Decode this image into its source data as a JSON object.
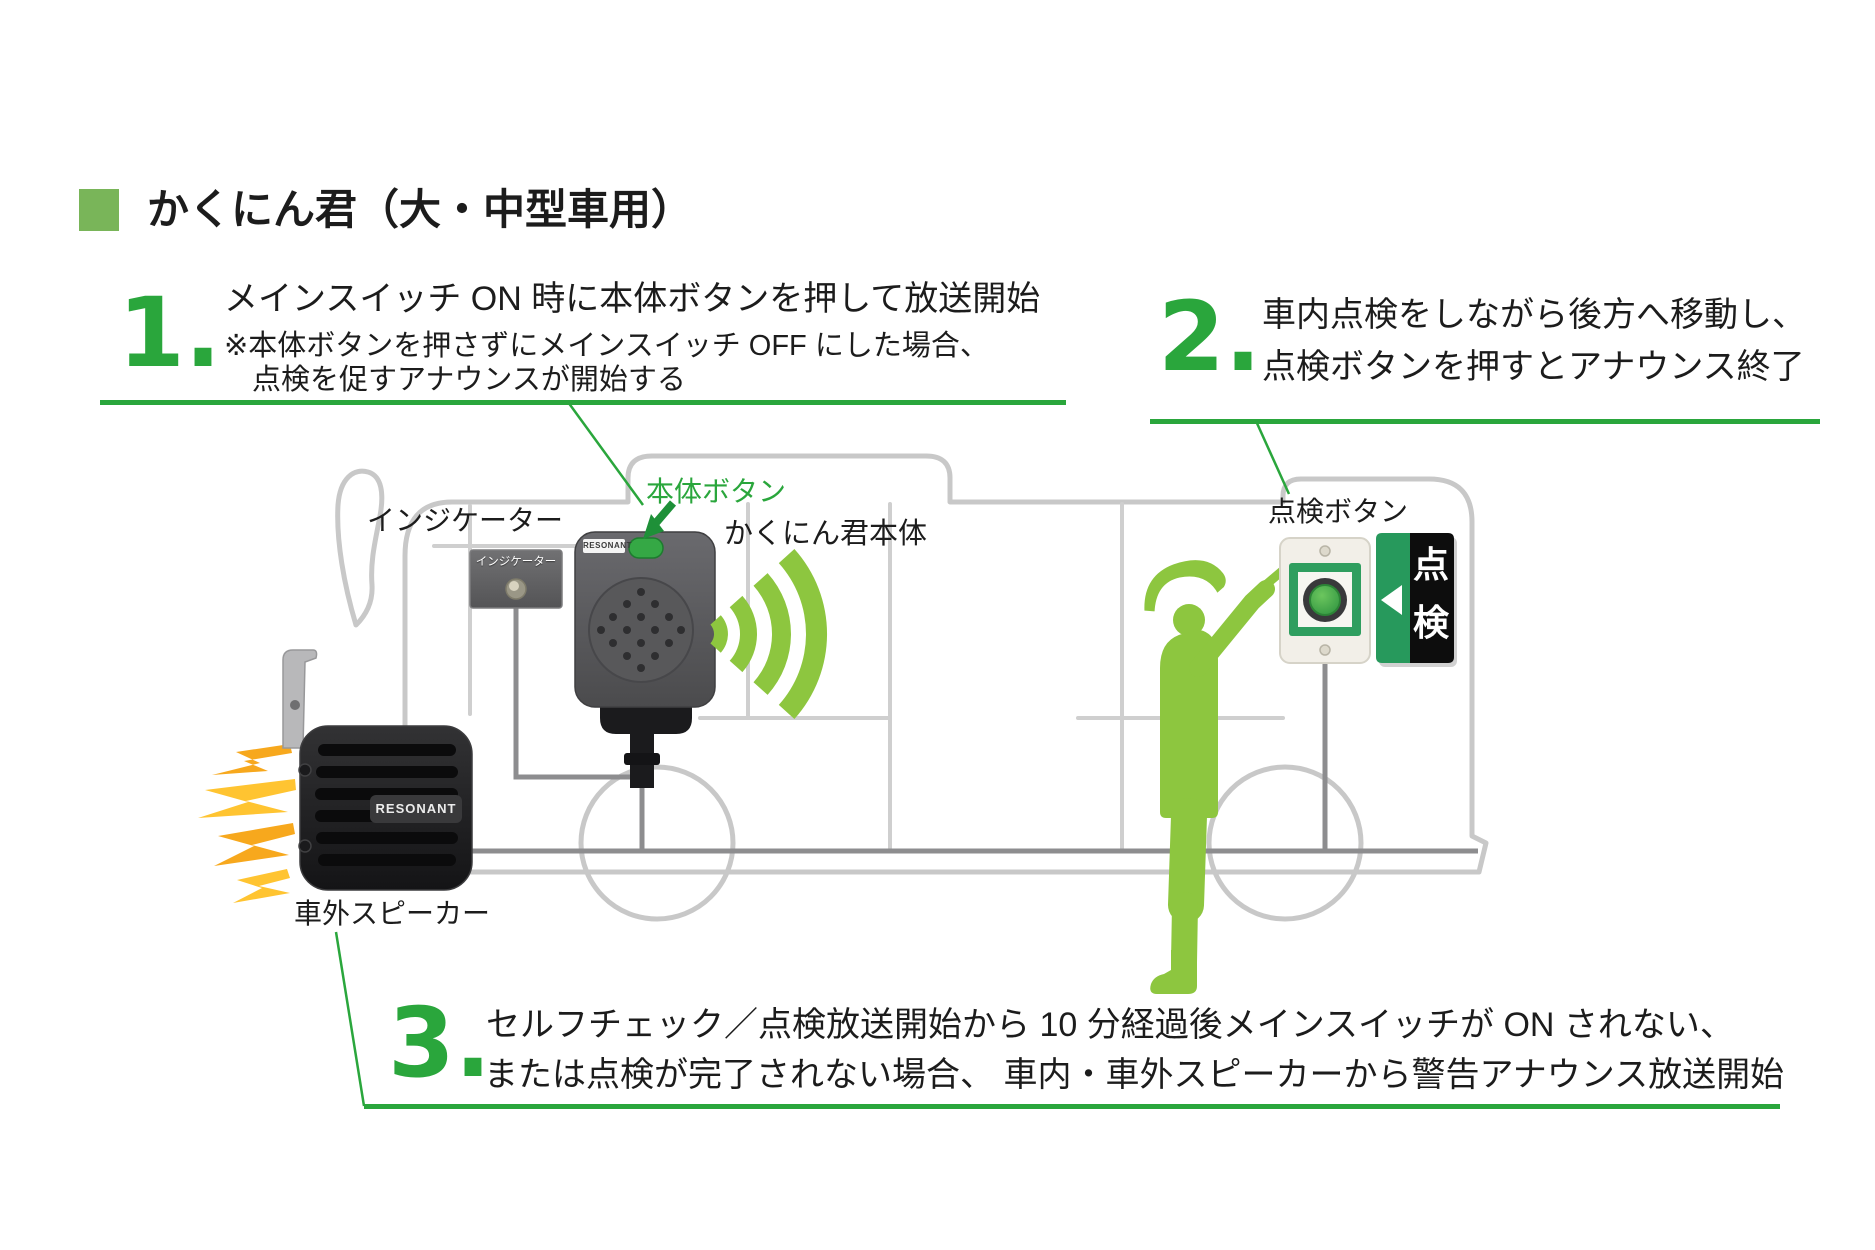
{
  "title": "かくにん君（大・中型車用）",
  "steps": [
    {
      "number": "1.",
      "line1": "メインスイッチ ON 時に本体ボタンを押して放送開始",
      "note1": "※本体ボタンを押さずにメインスイッチ OFF にした場合、",
      "note2": "点検を促すアナウンスが開始する"
    },
    {
      "number": "2.",
      "line1": "車内点検をしながら後方へ移動し、",
      "line2": "点検ボタンを押すとアナウンス終了"
    },
    {
      "number": "3.",
      "line1": "セルフチェック／点検放送開始から 10 分経過後メインスイッチが ON されない、",
      "line2": "または点検が完了されない場合、 車内・車外スピーカーから警告アナウンス放送開始"
    }
  ],
  "labels": {
    "indicator": "インジケーター",
    "indicator_device": "インジケーター",
    "main_button": "本体ボタン",
    "main_unit": "かくにん君本体",
    "inspection_button": "点検ボタン",
    "external_speaker": "車外スピーカー",
    "brand": "RESONANT",
    "sign_char1": "点",
    "sign_char2": "検"
  },
  "colors": {
    "accent_green": "#2aa63c",
    "lime_green": "#8dc63f",
    "sign_green": "#27995c",
    "title_green": "#79b559",
    "alert_orange": "#f7a81d",
    "bus_outline_gray": "#c8c8c8",
    "wire_gray": "#8d8d8f"
  }
}
